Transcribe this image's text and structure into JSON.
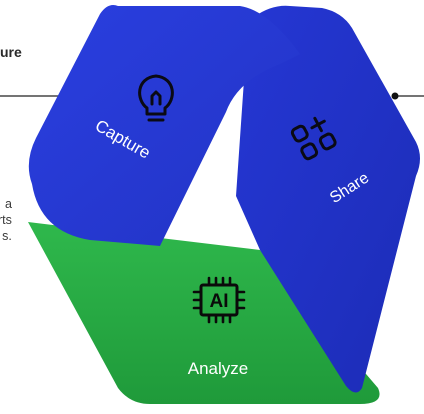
{
  "diagram": {
    "segments": [
      {
        "id": "capture",
        "label": "Capture",
        "icon": "lightbulb-icon",
        "color": "#2538d0"
      },
      {
        "id": "share",
        "label": "Share",
        "icon": "shapes-plus-icon",
        "color": "#2538d0"
      },
      {
        "id": "analyze",
        "label": "Analyze",
        "icon": "ai-chip-icon",
        "color": "#23a640"
      }
    ],
    "connector_color": "#222222"
  },
  "left_panel": {
    "title_fragment": "ure",
    "desc_lines": [
      "a",
      "rts",
      "s."
    ]
  }
}
